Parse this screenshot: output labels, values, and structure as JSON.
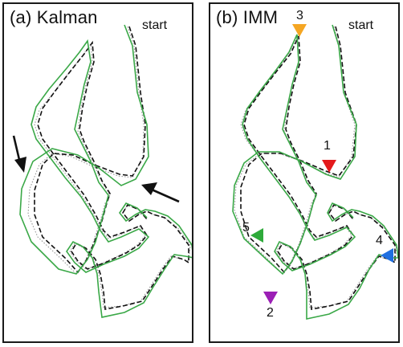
{
  "panels": {
    "a": {
      "title": "(a) Kalman",
      "start_label": "start"
    },
    "b": {
      "title": "(b) IMM",
      "start_label": "start",
      "markers": [
        {
          "label": "1",
          "color": "#e41a1c",
          "direction": "down"
        },
        {
          "label": "2",
          "color": "#9b1fb5",
          "direction": "down"
        },
        {
          "label": "3",
          "color": "#f5a623",
          "direction": "down"
        },
        {
          "label": "4",
          "color": "#1f6fe0",
          "direction": "left"
        },
        {
          "label": "5",
          "color": "#2eaa3a",
          "direction": "left"
        }
      ]
    }
  },
  "colors": {
    "estimate": "#3aa847",
    "truth": "#111111",
    "measurement": "#9a9a9a",
    "arrow": "#111111"
  }
}
